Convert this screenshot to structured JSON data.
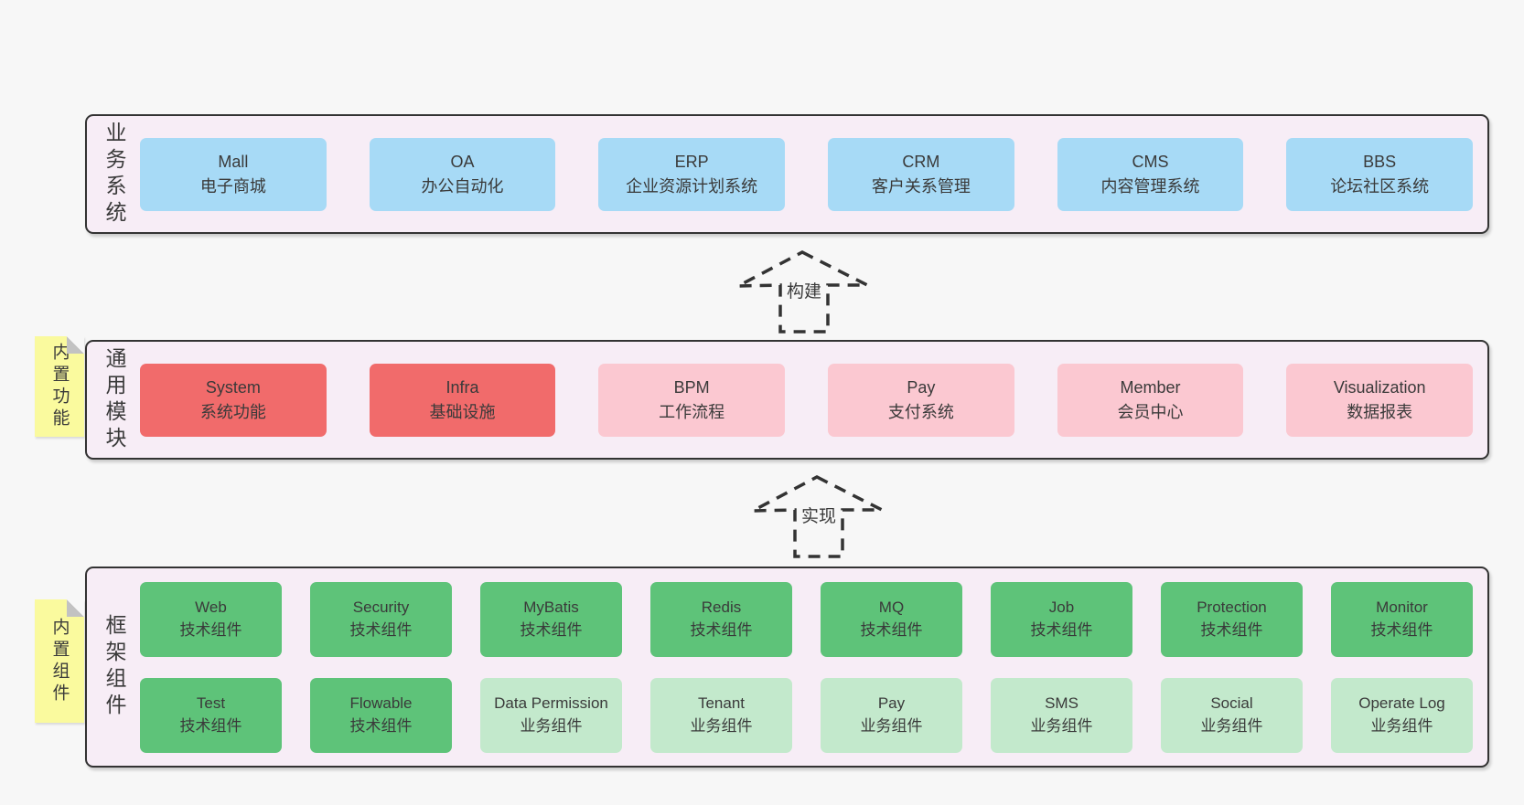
{
  "palette": {
    "page_bg": "#f7f7f7",
    "band_bg": "#f7edf6",
    "band_border": "#333333",
    "blue": "#a7daf6",
    "red": "#f16b6b",
    "pink": "#fbc8d1",
    "green": "#5ec379",
    "green_light": "#c3e9cc",
    "sticky_yellow": "#fafa9e",
    "fold_gray": "#c2c2c2",
    "text": "#3a3a3a",
    "arrow_stroke": "#333333"
  },
  "arrows": [
    {
      "label": "构建"
    },
    {
      "label": "实现"
    }
  ],
  "bands": [
    {
      "label": "业务系统",
      "boxes": [
        {
          "title": "Mall",
          "subtitle": "电子商城",
          "variant": "blue"
        },
        {
          "title": "OA",
          "subtitle": "办公自动化",
          "variant": "blue"
        },
        {
          "title": "ERP",
          "subtitle": "企业资源计划系统",
          "variant": "blue"
        },
        {
          "title": "CRM",
          "subtitle": "客户关系管理",
          "variant": "blue"
        },
        {
          "title": "CMS",
          "subtitle": "内容管理系统",
          "variant": "blue"
        },
        {
          "title": "BBS",
          "subtitle": "论坛社区系统",
          "variant": "blue"
        }
      ]
    },
    {
      "label": "通用模块",
      "sticky": "内置功能",
      "boxes": [
        {
          "title": "System",
          "subtitle": "系统功能",
          "variant": "red"
        },
        {
          "title": "Infra",
          "subtitle": "基础设施",
          "variant": "red"
        },
        {
          "title": "BPM",
          "subtitle": "工作流程",
          "variant": "pink"
        },
        {
          "title": "Pay",
          "subtitle": "支付系统",
          "variant": "pink"
        },
        {
          "title": "Member",
          "subtitle": "会员中心",
          "variant": "pink"
        },
        {
          "title": "Visualization",
          "subtitle": "数据报表",
          "variant": "pink"
        }
      ]
    },
    {
      "label": "框架组件",
      "sticky": "内置组件",
      "rows": [
        [
          {
            "title": "Web",
            "subtitle": "技术组件",
            "variant": "green"
          },
          {
            "title": "Security",
            "subtitle": "技术组件",
            "variant": "green"
          },
          {
            "title": "MyBatis",
            "subtitle": "技术组件",
            "variant": "green"
          },
          {
            "title": "Redis",
            "subtitle": "技术组件",
            "variant": "green"
          },
          {
            "title": "MQ",
            "subtitle": "技术组件",
            "variant": "green"
          },
          {
            "title": "Job",
            "subtitle": "技术组件",
            "variant": "green"
          },
          {
            "title": "Protection",
            "subtitle": "技术组件",
            "variant": "green"
          },
          {
            "title": "Monitor",
            "subtitle": "技术组件",
            "variant": "green"
          }
        ],
        [
          {
            "title": "Test",
            "subtitle": "技术组件",
            "variant": "green"
          },
          {
            "title": "Flowable",
            "subtitle": "技术组件",
            "variant": "green"
          },
          {
            "title": "Data Permission",
            "subtitle": "业务组件",
            "variant": "green-light"
          },
          {
            "title": "Tenant",
            "subtitle": "业务组件",
            "variant": "green-light"
          },
          {
            "title": "Pay",
            "subtitle": "业务组件",
            "variant": "green-light"
          },
          {
            "title": "SMS",
            "subtitle": "业务组件",
            "variant": "green-light"
          },
          {
            "title": "Social",
            "subtitle": "业务组件",
            "variant": "green-light"
          },
          {
            "title": "Operate Log",
            "subtitle": "业务组件",
            "variant": "green-light"
          }
        ]
      ]
    }
  ]
}
